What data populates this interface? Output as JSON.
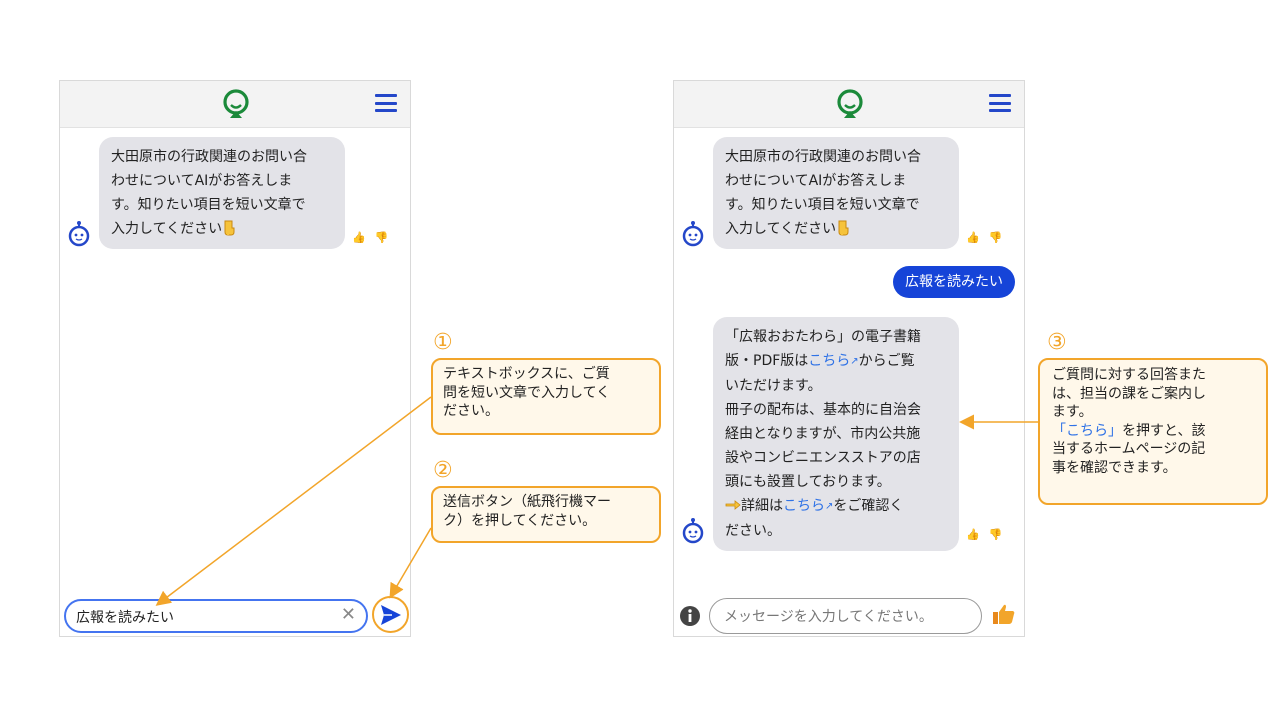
{
  "left_phone": {
    "bot_message": [
      "大田原市の行政関連のお問い合",
      "わせについてAIがお答えしま",
      "す。知りたい項目を短い文章で",
      "入力してください"
    ],
    "input_value": "広報を読みたい",
    "clear_glyph": "✕"
  },
  "right_phone": {
    "bot_message": [
      "大田原市の行政関連のお問い合",
      "わせについてAIがお答えしま",
      "す。知りたい項目を短い文章で",
      "入力してください"
    ],
    "user_message": "広報を読みたい",
    "answer": {
      "line1": "「広報おおたわら」の電子書籍",
      "line2_pre": "版・PDF版は",
      "link": "こちら",
      "line2_post": "からご覧",
      "line3": "いただけます。",
      "line4": "冊子の配布は、基本的に自治会",
      "line5": "経由となりますが、市内公共施",
      "line6": "設やコンビニエンスストアの店",
      "line7": "頭にも設置しております。",
      "line8_pre": "詳細は",
      "line8_post": "をご確認く",
      "line9": "ださい。"
    },
    "input_placeholder": "メッセージを入力してください。"
  },
  "callouts": [
    {
      "num": "①",
      "lines": [
        "テキストボックスに、ご質",
        "問を短い文章で入力してく",
        "ださい。"
      ]
    },
    {
      "num": "②",
      "lines": [
        "送信ボタン（紙飛行機マー",
        "ク）を押してください。"
      ]
    },
    {
      "num": "③",
      "lines": [
        "ご質問に対する回答また",
        "は、担当の課をご案内し",
        "ます。"
      ],
      "highlight": "「こちら」",
      "after_highlight": "を押すと、該",
      "lines2": [
        "当するホームページの記",
        "事を確認できます。"
      ]
    }
  ],
  "icons": {
    "logo": "logo-icon",
    "menu": "hamburger-menu-icon",
    "avatar": "robot-avatar-icon",
    "pointing": "pointing-down-icon",
    "thumb_up": "thumb-up-icon",
    "thumb_down": "thumb-down-icon",
    "send": "paper-plane-icon",
    "info": "info-icon",
    "external": "external-link-icon"
  },
  "colors": {
    "accent_blue": "#1644d8",
    "orange": "#f2a52a",
    "bubble_gray": "#e3e3e8",
    "link": "#2f72e6",
    "logo_green": "#1b8a3a"
  }
}
